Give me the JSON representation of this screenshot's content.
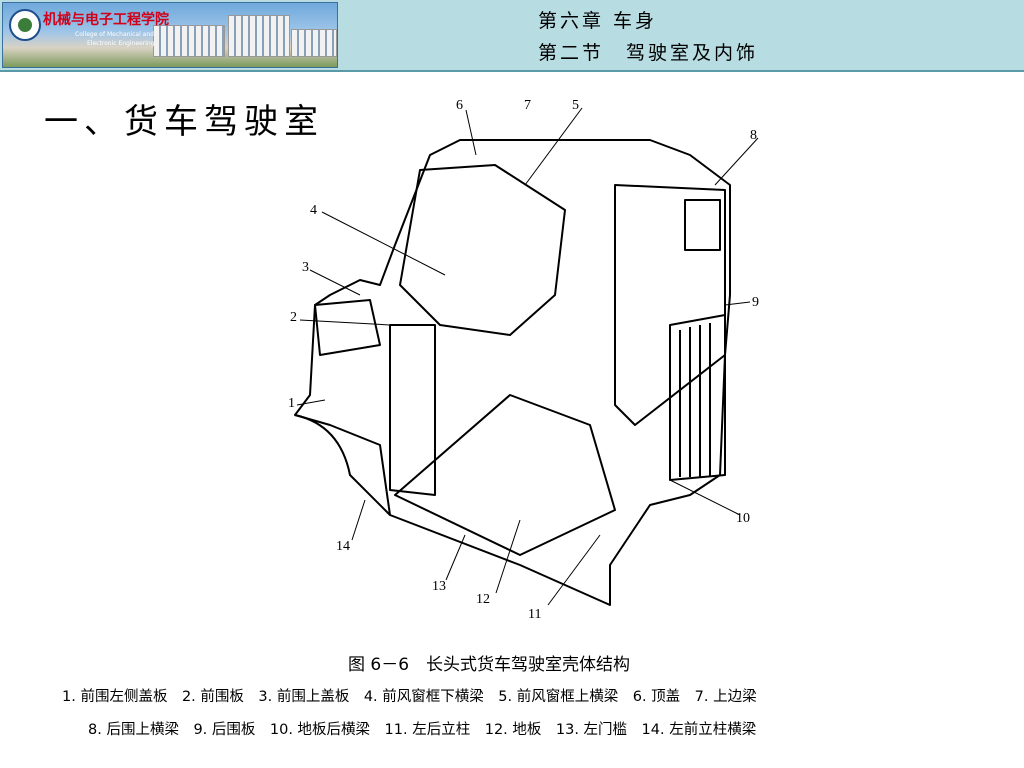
{
  "header": {
    "logo": {
      "college_name": "机械与电子工程学院",
      "college_name_en_1": "College of Mechanical and",
      "college_name_en_2": "Electronic Engineering"
    },
    "chapter_title": "第六章 车身",
    "section_title": "第二节　驾驶室及内饰"
  },
  "heading": "一、货车驾驶室",
  "figure": {
    "callouts": [
      "1",
      "2",
      "3",
      "4",
      "5",
      "6",
      "7",
      "8",
      "9",
      "10",
      "11",
      "12",
      "13",
      "14"
    ],
    "caption": "图 6－6　长头式货车驾驶室壳体结构",
    "legend_line_1": "1. 前围左侧盖板　2. 前围板　3. 前围上盖板　4. 前风窗框下横梁　5. 前风窗框上横梁　6. 顶盖　7. 上边梁",
    "legend_line_2": "8. 后围上横梁　9. 后围板　10. 地板后横梁　11. 左后立柱　12. 地板　13. 左门槛　14. 左前立柱横梁"
  },
  "colors": {
    "header_bg": "#b7dde3",
    "college_name": "#d0021b"
  }
}
